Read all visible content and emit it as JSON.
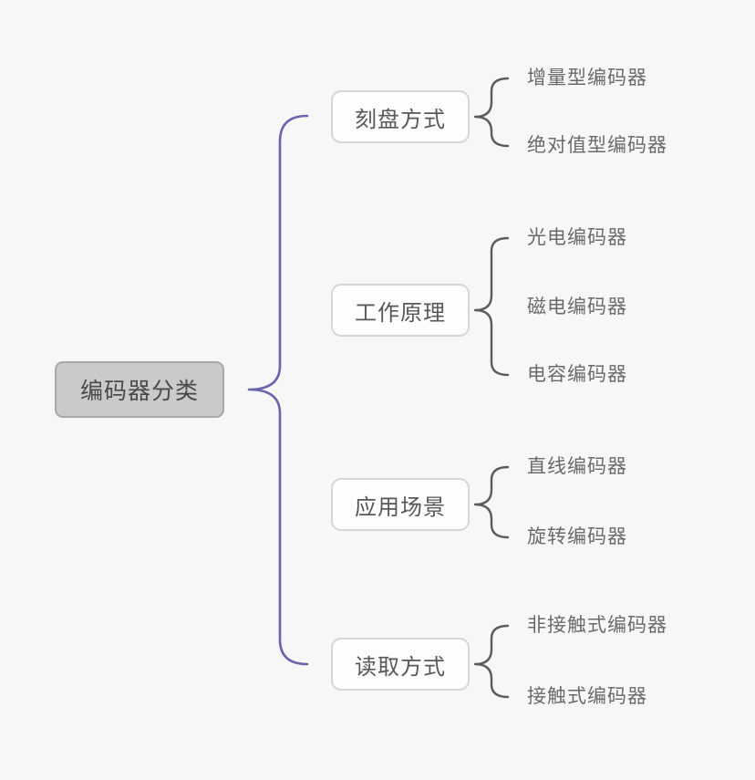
{
  "diagram": {
    "type": "mindmap-brace",
    "background_color": "#F7F7F8",
    "root": {
      "label": "编码器分类",
      "fill": "#CACACA",
      "border_color": "#A8A8A8",
      "text_color": "#4A4A4A"
    },
    "connector_colors": {
      "root_brace": "#6B64AB",
      "child_brace": "#5E5B5B"
    },
    "branches": [
      {
        "label": "刻盘方式",
        "children": [
          "增量型编码器",
          "绝对值型编码器"
        ]
      },
      {
        "label": "工作原理",
        "children": [
          "光电编码器",
          "磁电编码器",
          "电容编码器"
        ]
      },
      {
        "label": "应用场景",
        "children": [
          "直线编码器",
          "旋转编码器"
        ]
      },
      {
        "label": "读取方式",
        "children": [
          "非接触式编码器",
          "接触式编码器"
        ]
      }
    ]
  }
}
